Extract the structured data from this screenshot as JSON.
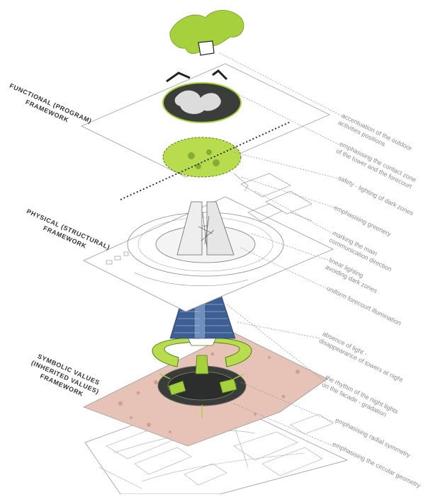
{
  "frameworks": [
    {
      "line1": "FUNCTIONAL (PROGRAM)",
      "line2": "FRAMEWORK",
      "line3": ""
    },
    {
      "line1": "PHYSICAL (STRUCTURAL)",
      "line2": "FRAMEWORK",
      "line3": ""
    },
    {
      "line1": "SYMBOLIC VALUES",
      "line2": "(INHERITED VALUES)",
      "line3": "FRAMEWORK"
    }
  ],
  "annotations": [
    {
      "line1": "accentuation of the outdoor",
      "line2": "activities positions"
    },
    {
      "line1": "emphasising the contact zone",
      "line2": "of the tower and the forecourt"
    },
    {
      "line1": "safety - lighting of dark zones",
      "line2": ""
    },
    {
      "line1": "emphasising greenery",
      "line2": ""
    },
    {
      "line1": "marking the main",
      "line2": "communication direction"
    },
    {
      "line1": "linear lighting",
      "line2": "avoiding dark zones"
    },
    {
      "line1": "uniform forecourt illumination",
      "line2": ""
    },
    {
      "line1": "absence of light -",
      "line2": "disappearance of towers at night"
    },
    {
      "line1": "the rhythm of the night lights",
      "line2": "on the facade - gradation"
    },
    {
      "line1": "emphasising radial symmetry",
      "line2": ""
    },
    {
      "line1": "emphasising the circular geometry",
      "line2": ""
    }
  ],
  "colors": {
    "accent_green": "#a6d13c",
    "dark_green": "#4f7d13",
    "tower_blue": "#3d5f94",
    "plane_line": "#9a9a9a",
    "leader_line": "#8f8f8f",
    "map_pink": "#e2b6a8",
    "plaza_dark": "#2f3330"
  }
}
